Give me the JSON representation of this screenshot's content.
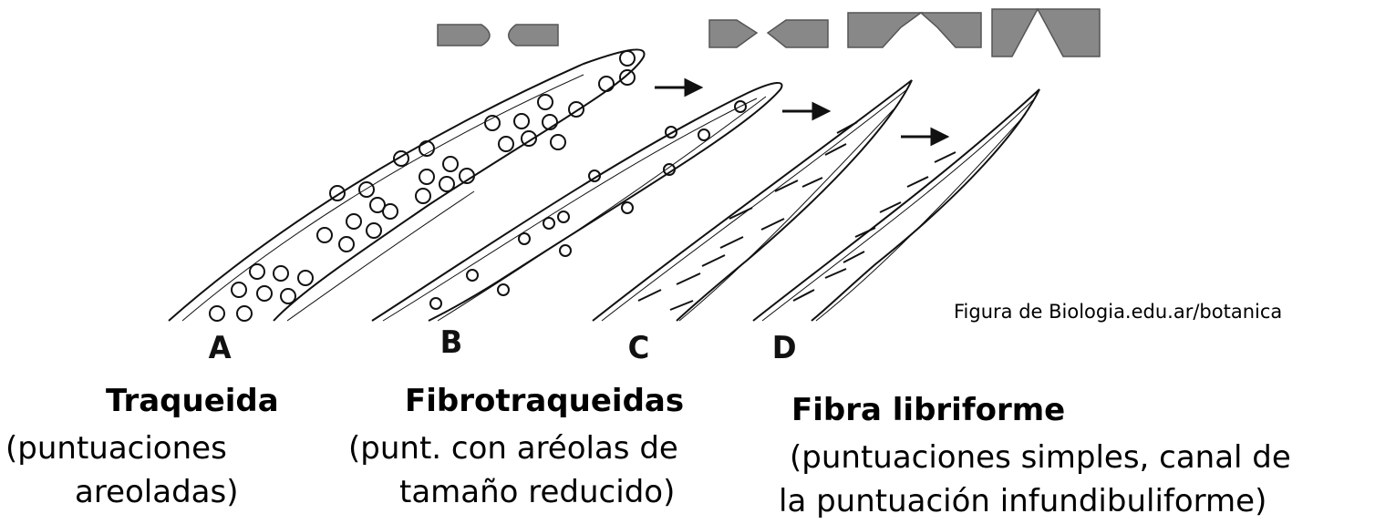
{
  "figure": {
    "labels": {
      "a": "A",
      "b": "B",
      "c": "C",
      "d": "D"
    },
    "source": "Figura de Biologia.edu.ar/botanica"
  },
  "captions": {
    "a": {
      "title": "Traqueida",
      "line1": "(puntuaciones",
      "line2": "areoladas)"
    },
    "b": {
      "title": "Fibrotraqueidas",
      "line1": "(punt. con aréolas de",
      "line2": "tamaño reducido)"
    },
    "c": {
      "title": "Fibra libriforme",
      "line1": "(puntuaciones simples, canal de",
      "line2": "la puntuación infundibuliforme)"
    }
  },
  "colors": {
    "ink": "#111111",
    "pit_fill": "#888888"
  }
}
